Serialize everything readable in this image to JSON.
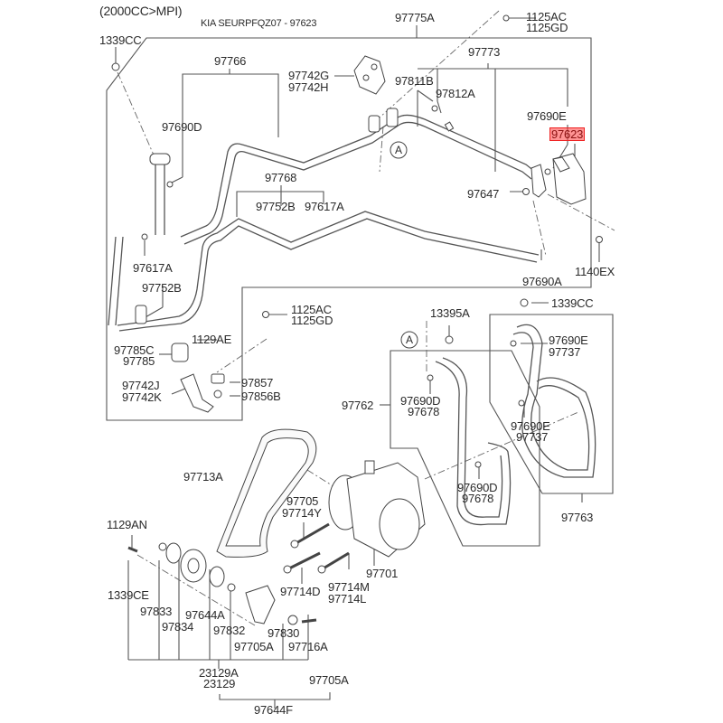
{
  "header": {
    "engine_note": "(2000CC>MPI)",
    "catalog_title": "KIA SEURPFQZ07 - 97623"
  },
  "highlight": {
    "part": "97623",
    "color": "#ff3c3c"
  },
  "callouts": {
    "c1339cc_top": "1339CC",
    "c97766": "97766",
    "c97742g": "97742G",
    "c97742h": "97742H",
    "c97775a": "97775A",
    "c1125ac_top": "1125AC",
    "c1125gd_top": "1125GD",
    "c97773": "97773",
    "c97811b": "97811B",
    "c97812a": "97812A",
    "c97690e_top": "97690E",
    "c97623": "97623",
    "c97690d_top": "97690D",
    "c97647": "97647",
    "c97768": "97768",
    "c97752b_top": "97752B",
    "c97617a_top": "97617A",
    "c97617a_left": "97617A",
    "c97752b_left": "97752B",
    "c97690a": "97690A",
    "c1140ex": "1140EX",
    "c1125ac_mid": "1125AC",
    "c1125gd_mid": "1125GD",
    "c1129ae": "1129AE",
    "c97785c": "97785C",
    "c97785": "97785",
    "c97742j": "97742J",
    "c97742k": "97742K",
    "c97857": "97857",
    "c97856b": "97856B",
    "c13395a": "13395A",
    "c1339cc_right": "1339CC",
    "c97690e_r1": "97690E",
    "c97737_r1": "97737",
    "c97762": "97762",
    "c97690d_mid1": "97690D",
    "c97678_mid1": "97678",
    "c97690e_r2": "97690E",
    "c97737_r2": "97737",
    "c97690d_mid2": "97690D",
    "c97678_mid2": "97678",
    "c97763": "97763",
    "c97713a": "97713A",
    "c97705_bolt": "97705",
    "c97714y": "97714Y",
    "c1129an": "1129AN",
    "c97714d": "97714D",
    "c97714m": "97714M",
    "c97714l": "97714L",
    "c97701": "97701",
    "c1339ce": "1339CE",
    "c97833": "97833",
    "c97834": "97834",
    "c97644a": "97644A",
    "c97832": "97832",
    "c97830": "97830",
    "c97705a_low": "97705A",
    "c97716a": "97716A",
    "c23129a": "23129A",
    "c23129": "23129",
    "c97705a_bottom": "97705A",
    "c97644f": "97644F"
  },
  "view_markers": {
    "marker_a_top": "A",
    "marker_a_mid": "A"
  }
}
